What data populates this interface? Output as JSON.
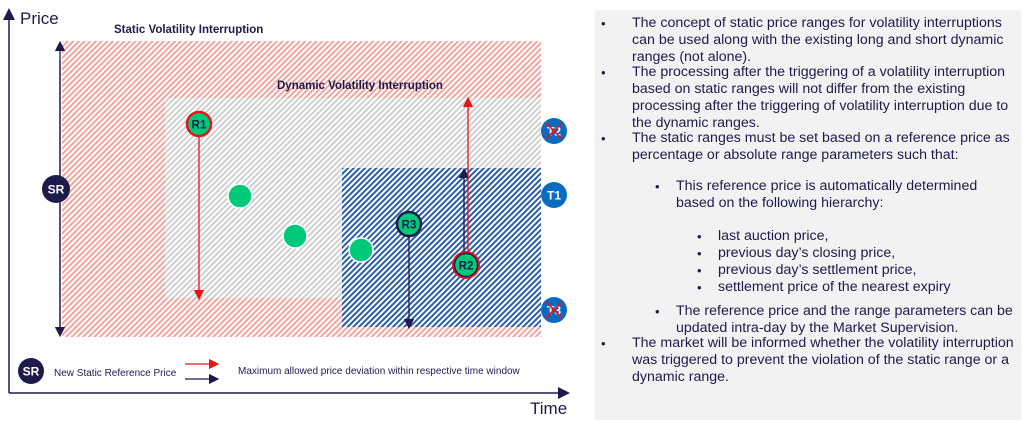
{
  "diagram": {
    "axis_y_label": "Price",
    "axis_x_label": "Time",
    "static_title": "Static Volatility Interruption",
    "dynamic_title": "Dynamic Volatility Interruption",
    "markers": {
      "sr": "SR",
      "r1": "R1",
      "r2": "R2",
      "r3": "R3",
      "t1": "T1",
      "t2": "T2",
      "t3": "T3"
    },
    "crossed_out": [
      "T2",
      "T3"
    ],
    "legend": {
      "sr_badge": "SR",
      "sr_text": "New Static Reference Price",
      "arrow_text": "Maximum allowed price deviation within respective time window"
    },
    "colors": {
      "navy": "#1e1b4b",
      "red": "#e8141a",
      "static_hatch": "#f2a59e",
      "dynamic_hatch": "#cfcfcf",
      "blue_hatch": "#2a5ea8",
      "green": "#00c97a",
      "t_blue": "#0a6cc0"
    }
  },
  "panel": {
    "bullets": [
      {
        "level": 1,
        "lines": [
          "The concept of static price ranges for volatility interruptions",
          "can be used along with the existing long and short dynamic",
          "ranges (not alone)."
        ]
      },
      {
        "level": 1,
        "lines": [
          "The processing after the triggering of a volatility interruption",
          "based on static ranges will not differ from the existing",
          "processing after the triggering of volatility interruption due to",
          "the dynamic ranges."
        ]
      },
      {
        "level": 1,
        "lines": [
          "The static ranges must be set based on a reference price as",
          "percentage or absolute range parameters such that:"
        ]
      },
      {
        "level": 2,
        "lines": [
          "This reference price is automatically determined",
          "based on the following hierarchy:"
        ]
      },
      {
        "level": 3,
        "lines": [
          "last auction price,"
        ]
      },
      {
        "level": 3,
        "lines": [
          "previous day’s closing price,"
        ]
      },
      {
        "level": 3,
        "lines": [
          "previous day’s settlement price,"
        ]
      },
      {
        "level": 3,
        "lines": [
          "settlement price of the nearest expiry"
        ]
      },
      {
        "level": 2,
        "lines": [
          "The reference price and the range parameters can be",
          "updated intra-day by the Market Supervision."
        ]
      },
      {
        "level": 1,
        "lines": [
          "The market will be informed whether the volatility interruption",
          "was triggered to prevent the violation of the static range or a",
          "dynamic range."
        ]
      }
    ]
  }
}
